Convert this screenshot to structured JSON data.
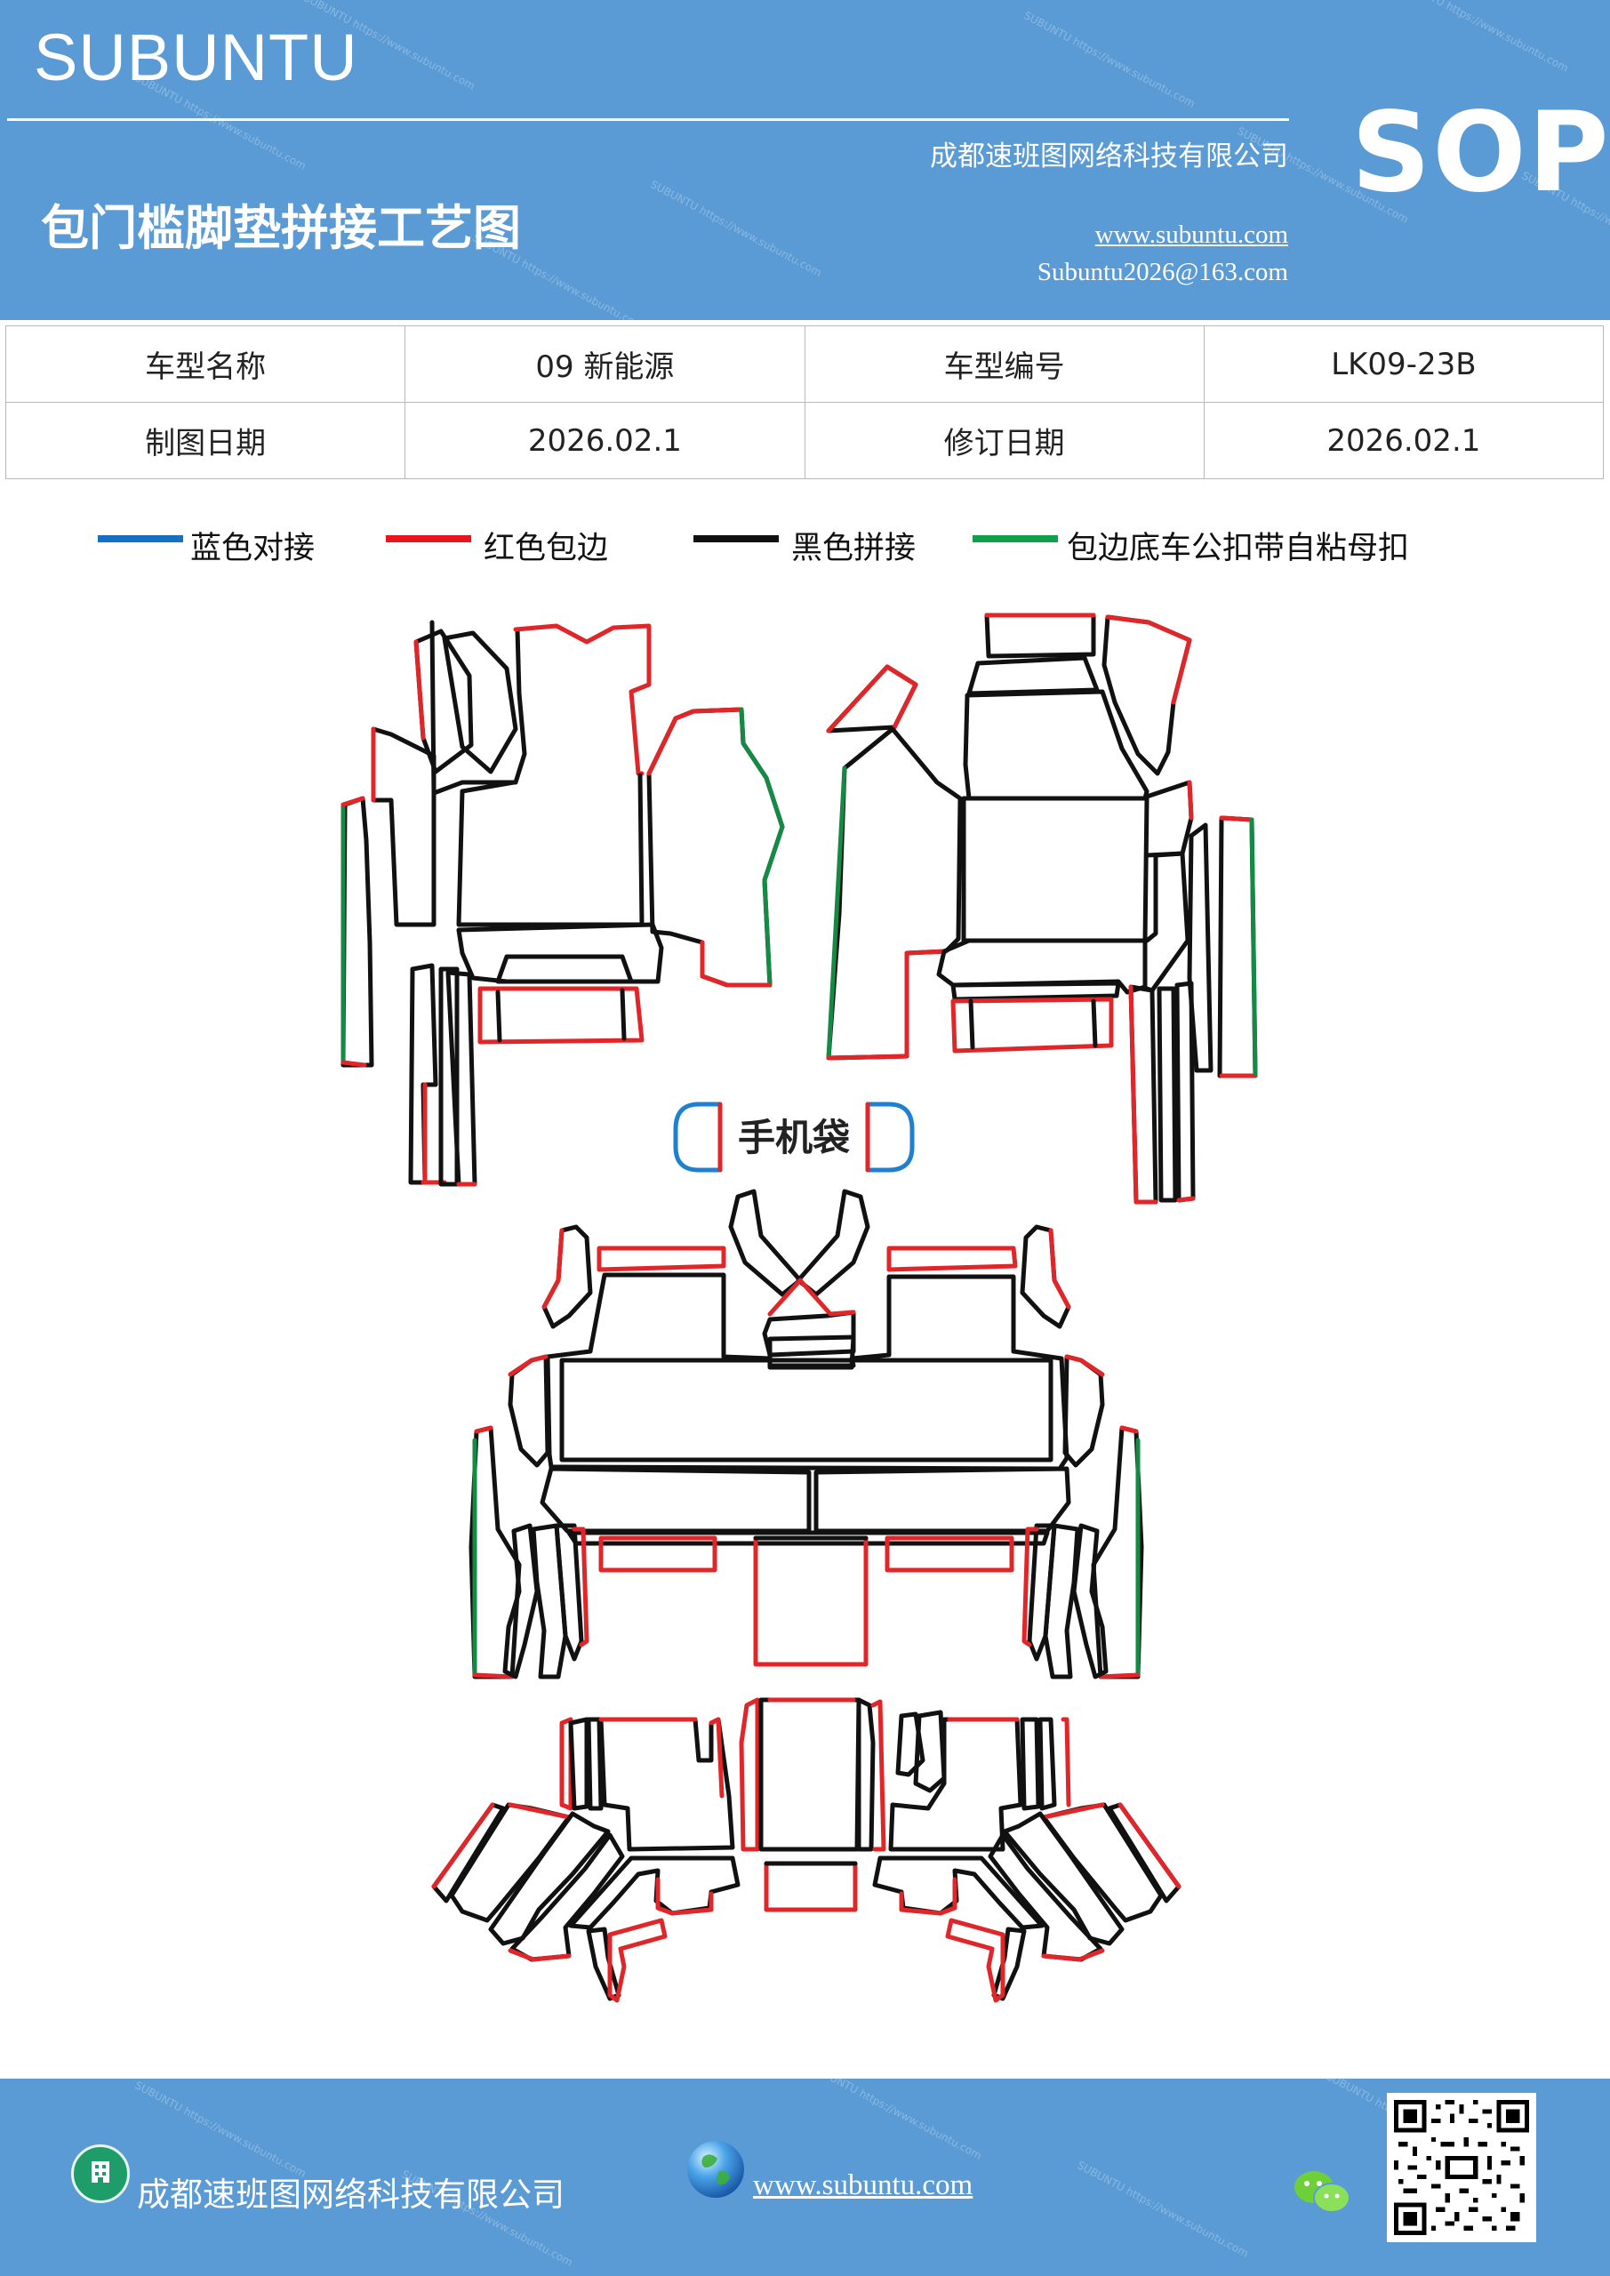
{
  "header": {
    "brand": "SUBUNTU",
    "company": "成都速班图网络科技有限公司",
    "title": "包门槛脚垫拼接工艺图",
    "url": "www.subuntu.com",
    "email": "Subuntu2026@163.com",
    "badge": "SOP"
  },
  "info_table": {
    "model_name_label": "车型名称",
    "model_name_value": "09 新能源",
    "model_code_label": "车型编号",
    "model_code_value": "LK09-23B",
    "draw_date_label": "制图日期",
    "draw_date_value": "2026.02.1",
    "revise_date_label": "修订日期",
    "revise_date_value": "2026.02.1"
  },
  "legend": [
    {
      "label": "蓝色对接",
      "color": "#1670c0"
    },
    {
      "label": "红色包边",
      "color": "#e8161c"
    },
    {
      "label": "黑色拼接",
      "color": "#111111"
    },
    {
      "label": "包边底车公扣带自粘母扣",
      "color": "#10a04a"
    }
  ],
  "diagram": {
    "phone_pocket_label": "手机袋",
    "colors": {
      "black": "#111111",
      "red": "#e1262a",
      "green": "#148a45",
      "blue": "#1f7fd0"
    }
  },
  "footer": {
    "company": "成都速班图网络科技有限公司",
    "url": "www.subuntu.com",
    "icons": [
      "building-icon",
      "globe-icon",
      "wechat-icon",
      "qr-code"
    ]
  }
}
